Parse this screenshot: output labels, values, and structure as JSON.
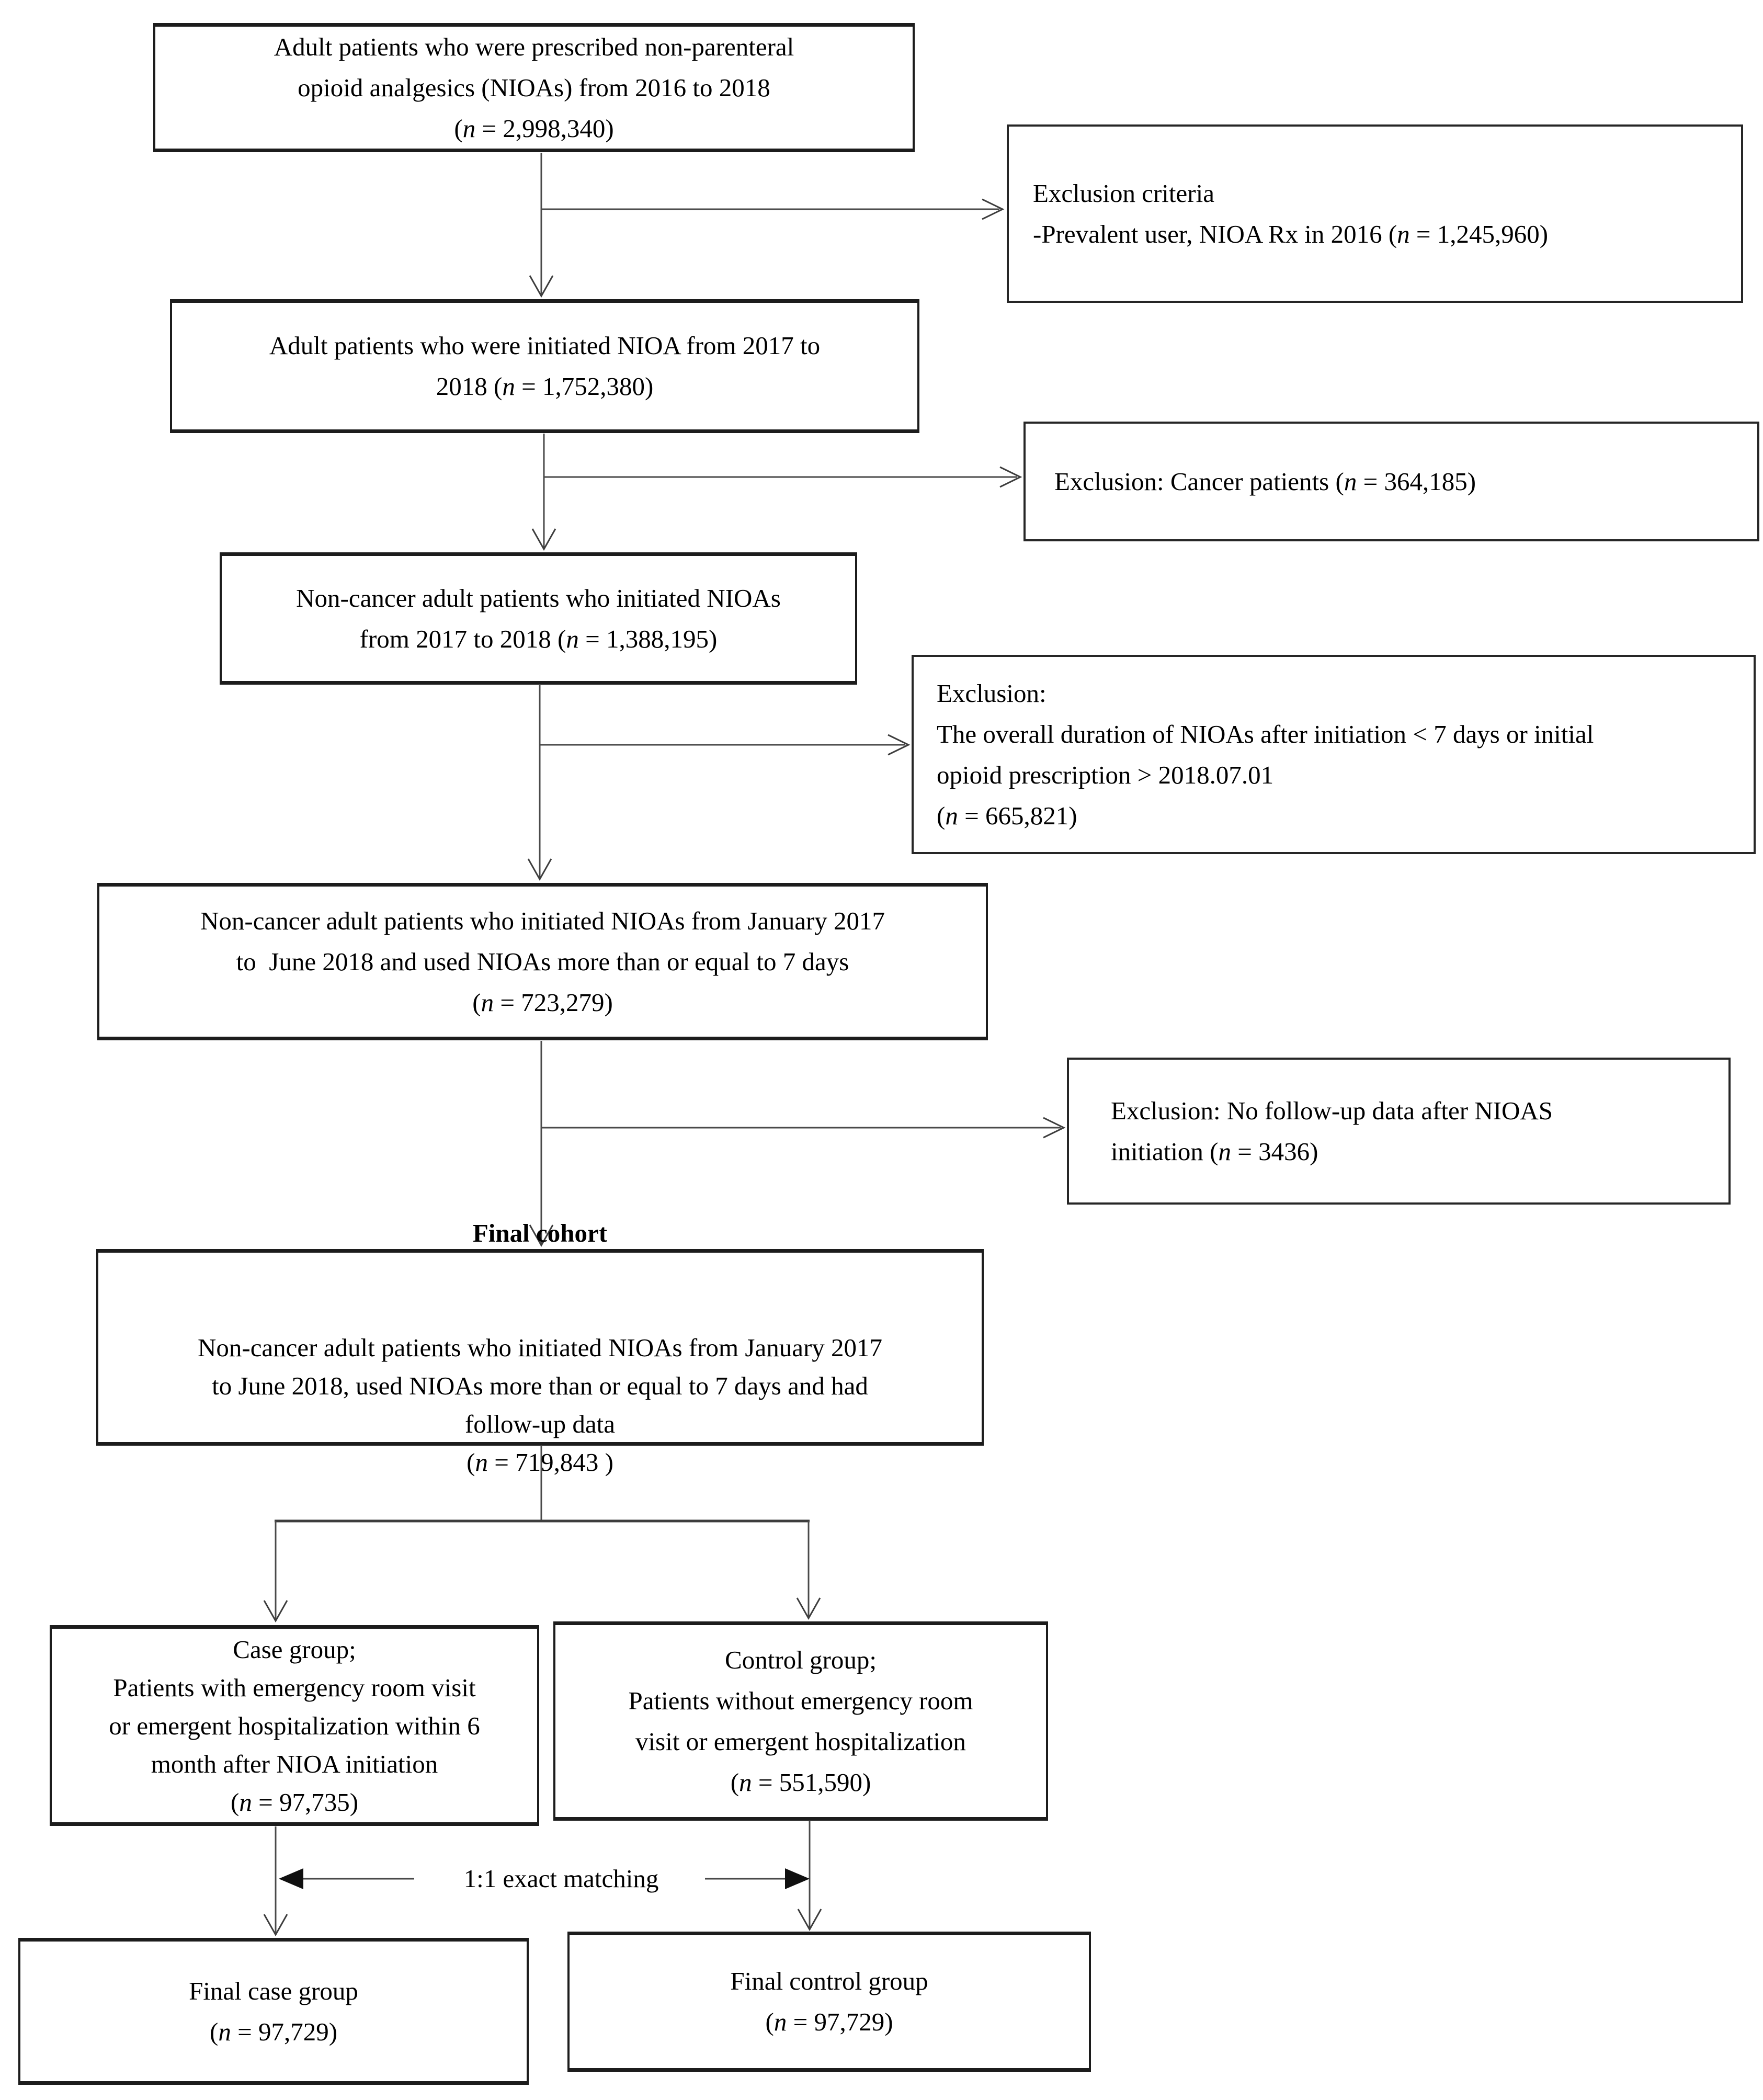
{
  "diagram": {
    "boxes": {
      "top_cohort": "Adult patients who were prescribed non-parenteral\nopioid analgesics (NIOAs) from 2016 to 2018\n(n = 2,998,340)",
      "initiated_cohort": "Adult patients who were initiated NIOA from 2017 to\n2018 (n = 1,752,380)",
      "noncancer_cohort": "Non-cancer adult patients who initiated NIOAs\nfrom 2017 to 2018 (n = 1,388,195)",
      "duration_cohort": "Non-cancer adult patients who initiated NIOAs from January 2017\nto  June 2018 and used NIOAs more than or equal to 7 days\n(n = 723,279)",
      "final_cohort_title": "Final cohort",
      "final_cohort_body": "Non-cancer adult patients who initiated NIOAs from January 2017\nto June 2018, used NIOAs more than or equal to 7 days and had\nfollow-up data\n(n = 719,843 )",
      "case_group": "Case group;\nPatients with emergency room visit\nor emergent hospitalization within 6\nmonth after NIOA initiation\n(n = 97,735)",
      "control_group": "Control group;\nPatients without emergency room\nvisit or emergent hospitalization\n(n = 551,590)",
      "final_case_group": "Final case group\n(n = 97,729)",
      "final_control_group": "Final control group\n(n = 97,729)"
    },
    "exclusions": {
      "exclusion1": "Exclusion criteria\n-Prevalent user, NIOA Rx in 2016 (n = 1,245,960)",
      "exclusion2": "Exclusion: Cancer patients (n = 364,185)",
      "exclusion3": "Exclusion:\nThe overall duration of NIOAs after initiation < 7 days or initial\nopioid prescription > 2018.07.01\n(n = 665,821)",
      "exclusion4": "Exclusion: No follow-up data after NIOAS\ninitiation (n = 3436)"
    },
    "labels": {
      "matching": "1:1 exact matching"
    },
    "colors": {
      "box_border": "#1c1c1c",
      "connector_line": "#4a4a4a",
      "text": "#000000",
      "background": "#ffffff"
    }
  }
}
